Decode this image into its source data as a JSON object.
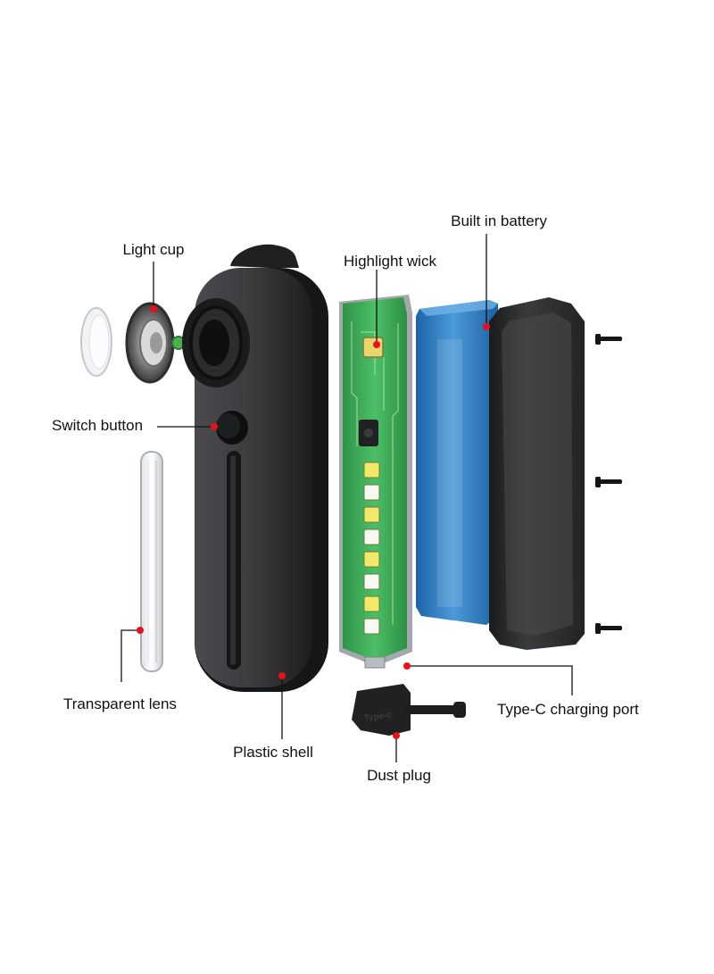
{
  "labels": {
    "light_cup": "Light cup",
    "highlight_wick": "Highlight wick",
    "built_in_battery": "Built in battery",
    "switch_button": "Switch button",
    "transparent_lens": "Transparent lens",
    "plastic_shell": "Plastic shell",
    "type_c_port": "Type-C charging port",
    "dust_plug": "Dust plug",
    "plug_imprint": "Type-c"
  },
  "colors": {
    "callout_dot": "#e8101a",
    "leader_line": "#111111",
    "shell": "#2e2f31",
    "pcb": "#3fae5a",
    "battery": "#1d6fb8",
    "cover": "#232425"
  },
  "led_count": 8
}
